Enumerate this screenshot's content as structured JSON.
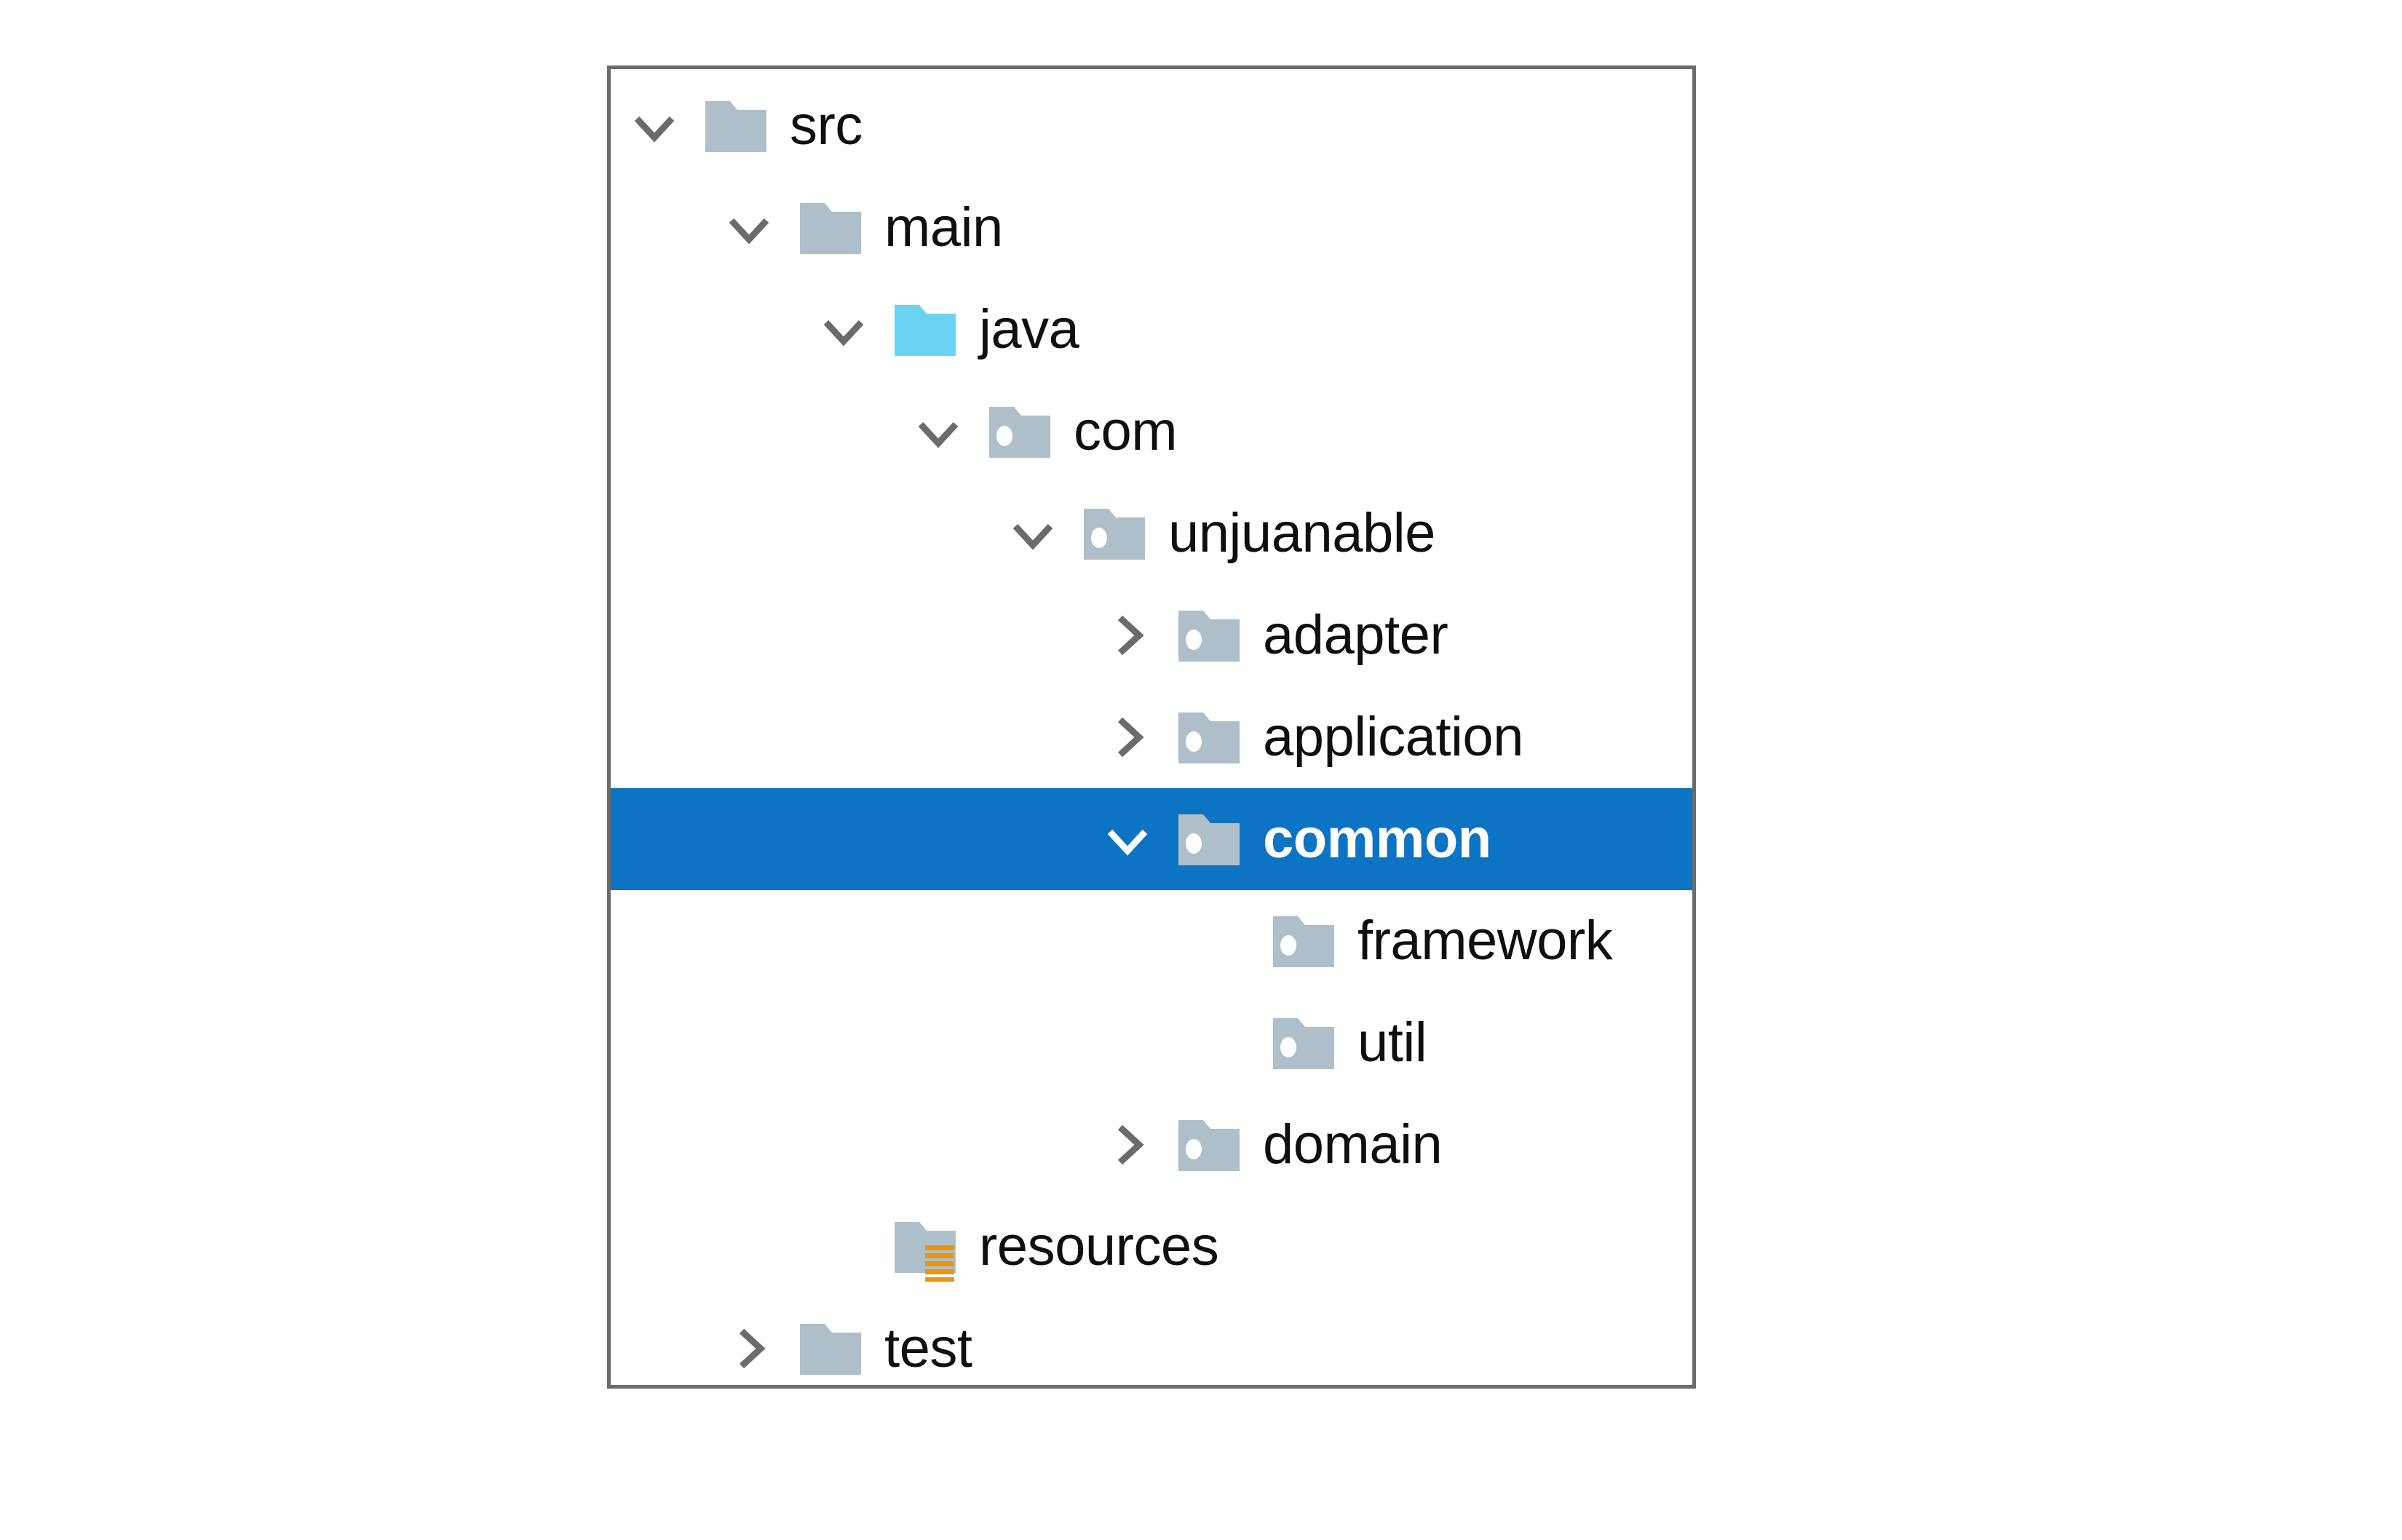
{
  "panel": {
    "name": "project-file-tree",
    "border_color": "#6b6b6b",
    "background": "#ffffff",
    "selection_color": "#0d74c4",
    "selection_text_color": "#ffffff",
    "folder_gray": "#aebfc9",
    "folder_cyan": "#6bd3f2",
    "badge_orange": "#e8960c",
    "chevron_color": "#6b6b6b",
    "text_color": "#0f0f0f"
  },
  "tree": {
    "items": [
      {
        "label": "src",
        "depth": 0,
        "twisty": "chevron-down",
        "icon": "folder-plain",
        "selected": false
      },
      {
        "label": "main",
        "depth": 1,
        "twisty": "chevron-down",
        "icon": "folder-plain",
        "selected": false
      },
      {
        "label": "java",
        "depth": 2,
        "twisty": "chevron-down",
        "icon": "folder-source-root",
        "selected": false
      },
      {
        "label": "com",
        "depth": 3,
        "twisty": "chevron-down",
        "icon": "folder-package",
        "selected": false
      },
      {
        "label": "unjuanable",
        "depth": 4,
        "twisty": "chevron-down",
        "icon": "folder-package",
        "selected": false
      },
      {
        "label": "adapter",
        "depth": 5,
        "twisty": "chevron-right",
        "icon": "folder-package",
        "selected": false
      },
      {
        "label": "application",
        "depth": 5,
        "twisty": "chevron-right",
        "icon": "folder-package",
        "selected": false
      },
      {
        "label": "common",
        "depth": 5,
        "twisty": "chevron-down",
        "icon": "folder-package",
        "selected": true
      },
      {
        "label": "framework",
        "depth": 6,
        "twisty": "none",
        "icon": "folder-package",
        "selected": false
      },
      {
        "label": "util",
        "depth": 6,
        "twisty": "none",
        "icon": "folder-package",
        "selected": false
      },
      {
        "label": "domain",
        "depth": 5,
        "twisty": "chevron-right",
        "icon": "folder-package",
        "selected": false
      },
      {
        "label": "resources",
        "depth": 2,
        "twisty": "none",
        "icon": "folder-resources",
        "selected": false
      },
      {
        "label": "test",
        "depth": 1,
        "twisty": "chevron-right",
        "icon": "folder-plain",
        "selected": false
      }
    ]
  }
}
